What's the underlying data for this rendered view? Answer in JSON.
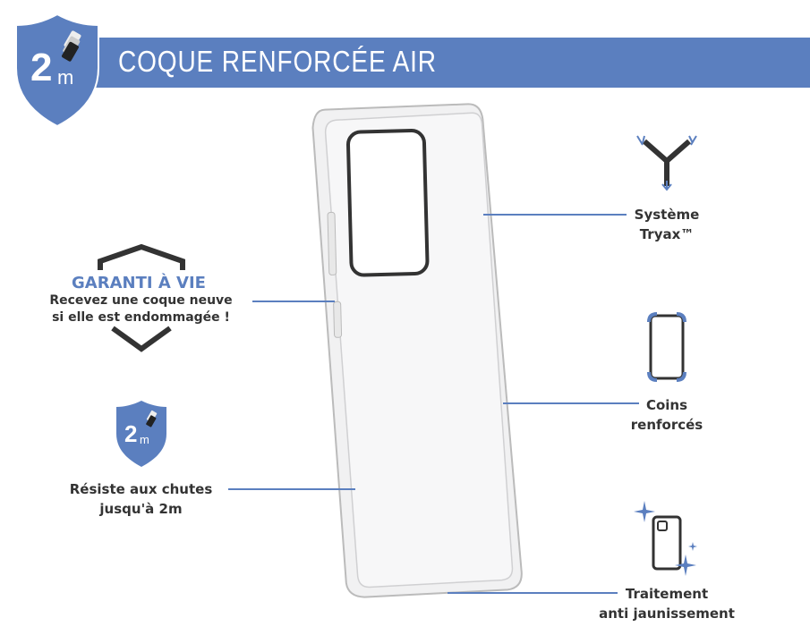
{
  "header": {
    "title": "COQUE RENFORCÉE AIR",
    "badge_number": "2",
    "badge_unit": "m"
  },
  "features": {
    "tryax": {
      "line1": "Système",
      "line2": "Tryax™"
    },
    "corners": {
      "line1": "Coins",
      "line2": "renforcés"
    },
    "anti_yellow": {
      "line1": "Traitement",
      "line2": "anti jaunissement"
    },
    "warranty": {
      "title": "GARANTI À VIE",
      "line1": "Recevez une coque neuve",
      "line2": "si elle est endommagée !"
    },
    "drop": {
      "badge_number": "2",
      "badge_unit": "m",
      "line1": "Résiste aux chutes",
      "line2": "jusqu'à 2m"
    }
  },
  "colors": {
    "accent": "#5b7fbf",
    "dark": "#333333"
  }
}
